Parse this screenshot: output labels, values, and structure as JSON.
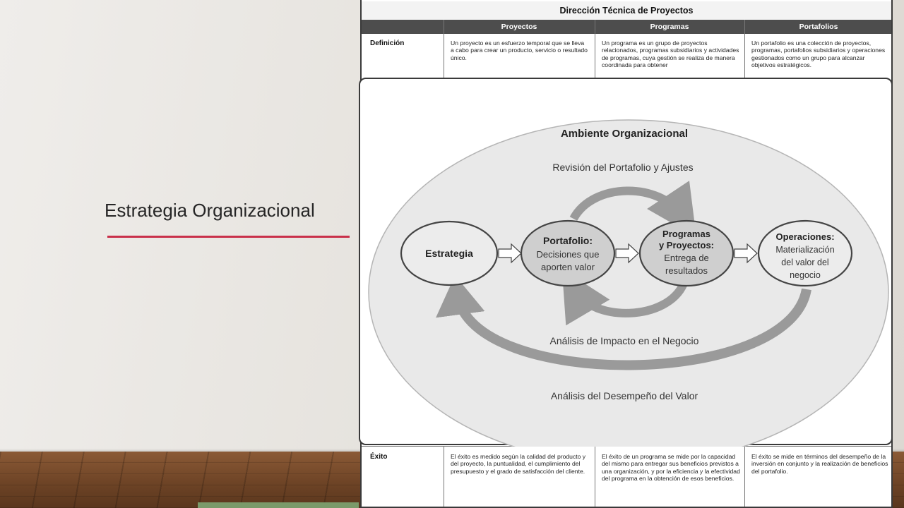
{
  "slide": {
    "title": "Estrategia Organizacional"
  },
  "table": {
    "title": "Dirección Técnica de Proyectos",
    "columns": [
      "Proyectos",
      "Programas",
      "Portafolios"
    ],
    "definicion": {
      "label": "Definición",
      "proyectos": "Un proyecto es un esfuerzo temporal que se lleva a cabo para crear un producto, servicio o resultado único.",
      "programas": "Un programa es un grupo de proyectos relacionados, programas subsidiarios y actividades de programas, cuya gestión se realiza de manera coordinada para obtener",
      "portafolios": "Un portafolio es una colección de proyectos, programas, portafolios subsidiarios y operaciones gestionados como un grupo para alcanzar objetivos estratégicos."
    },
    "exito": {
      "label": "Éxito",
      "proyectos": "El éxito es medido según la calidad del producto y del proyecto, la puntualidad, el cumplimiento del presupuesto y el grado de satisfacción del cliente.",
      "programas": "El éxito de un programa se mide por la capacidad del mismo para entregar sus beneficios previstos a una organización, y por la eficiencia y la efectividad del programa en la obtención de esos beneficios.",
      "portafolios": "El éxito se mide en términos del desempeño de la inversión en conjunto y la realización de beneficios del portafolio."
    }
  },
  "diagram": {
    "title": "Ambiente Organizacional",
    "top_label": "Revisión del Portafolio y Ajustes",
    "middle_label": "Análisis de Impacto en el Negocio",
    "bottom_label": "Análisis del Desempeño del Valor",
    "estrategia": "Estrategia",
    "portafolio_title": "Portafolio:",
    "portafolio_l1": "Decisiones que",
    "portafolio_l2": "aporten valor",
    "programas_t1": "Programas",
    "programas_t2": "y Proyectos:",
    "programas_l1": "Entrega de",
    "programas_l2": "resultados",
    "operaciones_title": "Operaciones:",
    "operaciones_l1": "Materialización",
    "operaciones_l2": "del valor del",
    "operaciones_l3": "negocio"
  },
  "colors": {
    "accent_rule": "#c9304a",
    "table_header": "#4d4d4d",
    "ellipse_fill": "#e9e9e9",
    "node_fill": "#cfcfcf",
    "arrow_gray": "#9a9a9a"
  }
}
